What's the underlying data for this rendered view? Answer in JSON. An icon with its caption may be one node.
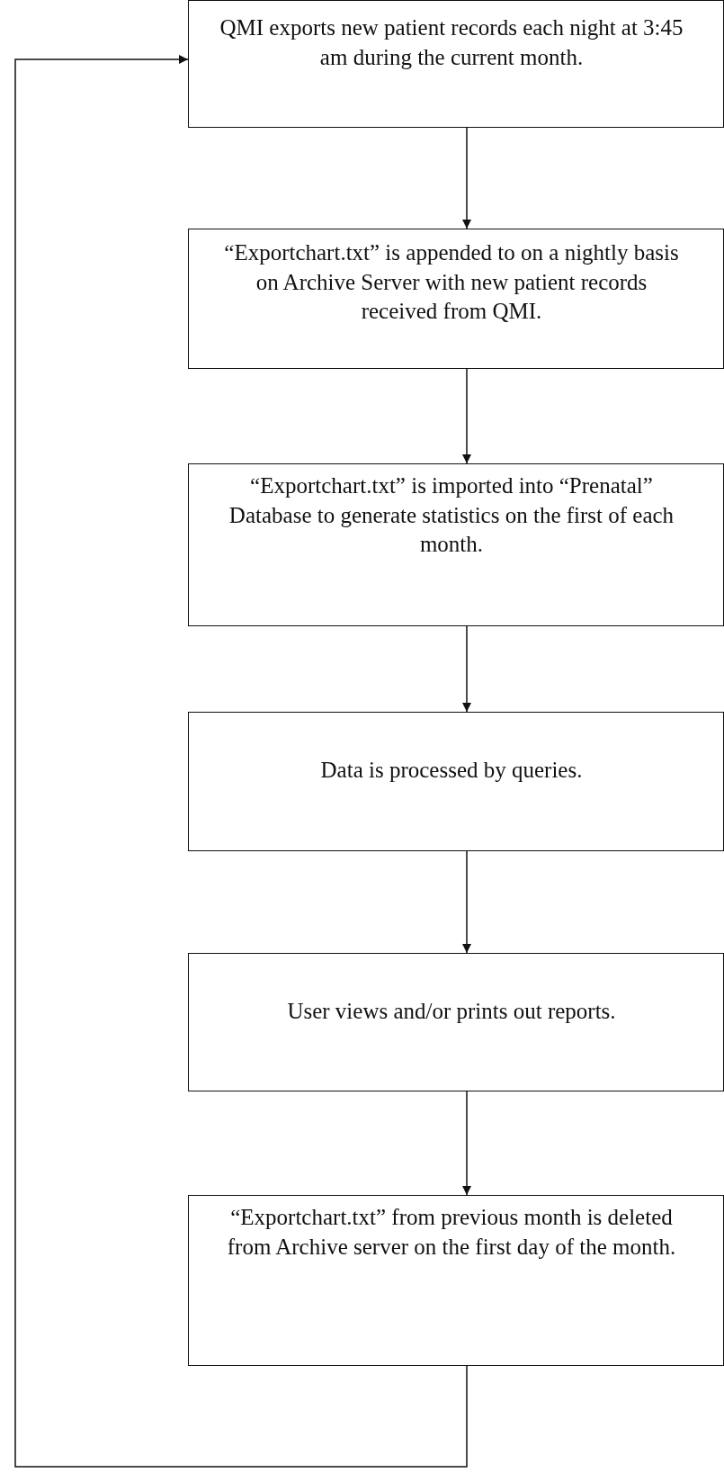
{
  "diagram": {
    "nodes": [
      {
        "text": [
          "QMI exports new patient records each night at 3:45 am during the current month."
        ]
      },
      {
        "text": [
          "“Exportchart.txt” is appended to on a nightly basis on Archive Server with new patient records received from QMI."
        ]
      },
      {
        "text": [
          "“Exportchart.txt” is imported into “Prenatal” Database to generate statistics on the first of each month."
        ]
      },
      {
        "text": [
          "Data is processed by queries."
        ]
      },
      {
        "text": [
          "User views and/or prints out reports."
        ]
      },
      {
        "text": [
          "“Exportchart.txt” from previous month is deleted from Archive server on the first day of the month."
        ]
      }
    ],
    "edges": [
      {
        "from": 0,
        "to": 1,
        "arrow": "to"
      },
      {
        "from": 1,
        "to": 2,
        "arrow": "to"
      },
      {
        "from": 2,
        "to": 3,
        "arrow": "to"
      },
      {
        "from": 3,
        "to": 4,
        "arrow": "to"
      },
      {
        "from": 4,
        "to": 5,
        "arrow": "to"
      },
      {
        "from": 5,
        "to": 0,
        "arrow": "to"
      }
    ]
  }
}
